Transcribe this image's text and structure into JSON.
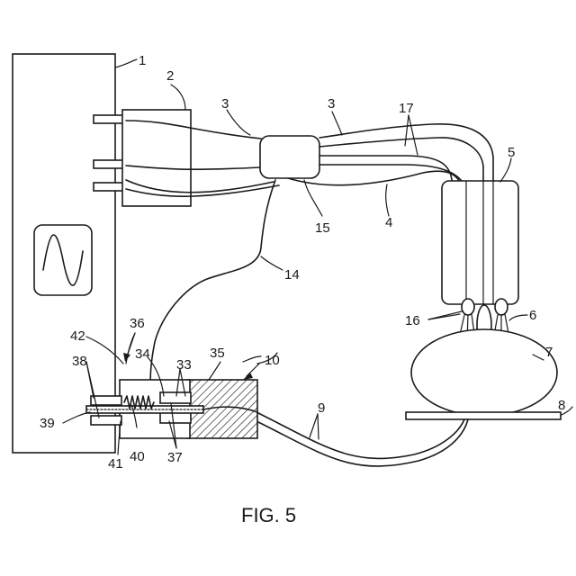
{
  "caption": "FIG. 5",
  "labels": {
    "l1": "1",
    "l2": "2",
    "l3a": "3",
    "l3b": "3",
    "l4": "4",
    "l5": "5",
    "l6": "6",
    "l7": "7",
    "l8": "8",
    "l9": "9",
    "l10": "10",
    "l14": "14",
    "l15": "15",
    "l16": "16",
    "l17": "17",
    "l33": "33",
    "l34": "34",
    "l35": "35",
    "l36": "36",
    "l37": "37",
    "l38": "38",
    "l39": "39",
    "l40": "40",
    "l41": "41",
    "l42": "42"
  },
  "icons": {
    "generator_symbol": "sine-wave-icon"
  }
}
